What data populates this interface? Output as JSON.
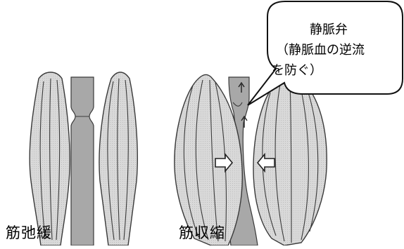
{
  "labels": {
    "relaxed": "筋弛緩",
    "contracted": "筋収縮"
  },
  "callout": {
    "title": "静脈弁",
    "line1": "（静脈血の逆流",
    "line2": "を防ぐ）"
  },
  "colors": {
    "muscle_fill": "#d6d6d6",
    "vein_fill": "#a8a8a8",
    "stroke": "#3a3a3a",
    "background": "#ffffff"
  },
  "icons": [
    "flow-arrow-icon",
    "compression-arrow-icon"
  ]
}
